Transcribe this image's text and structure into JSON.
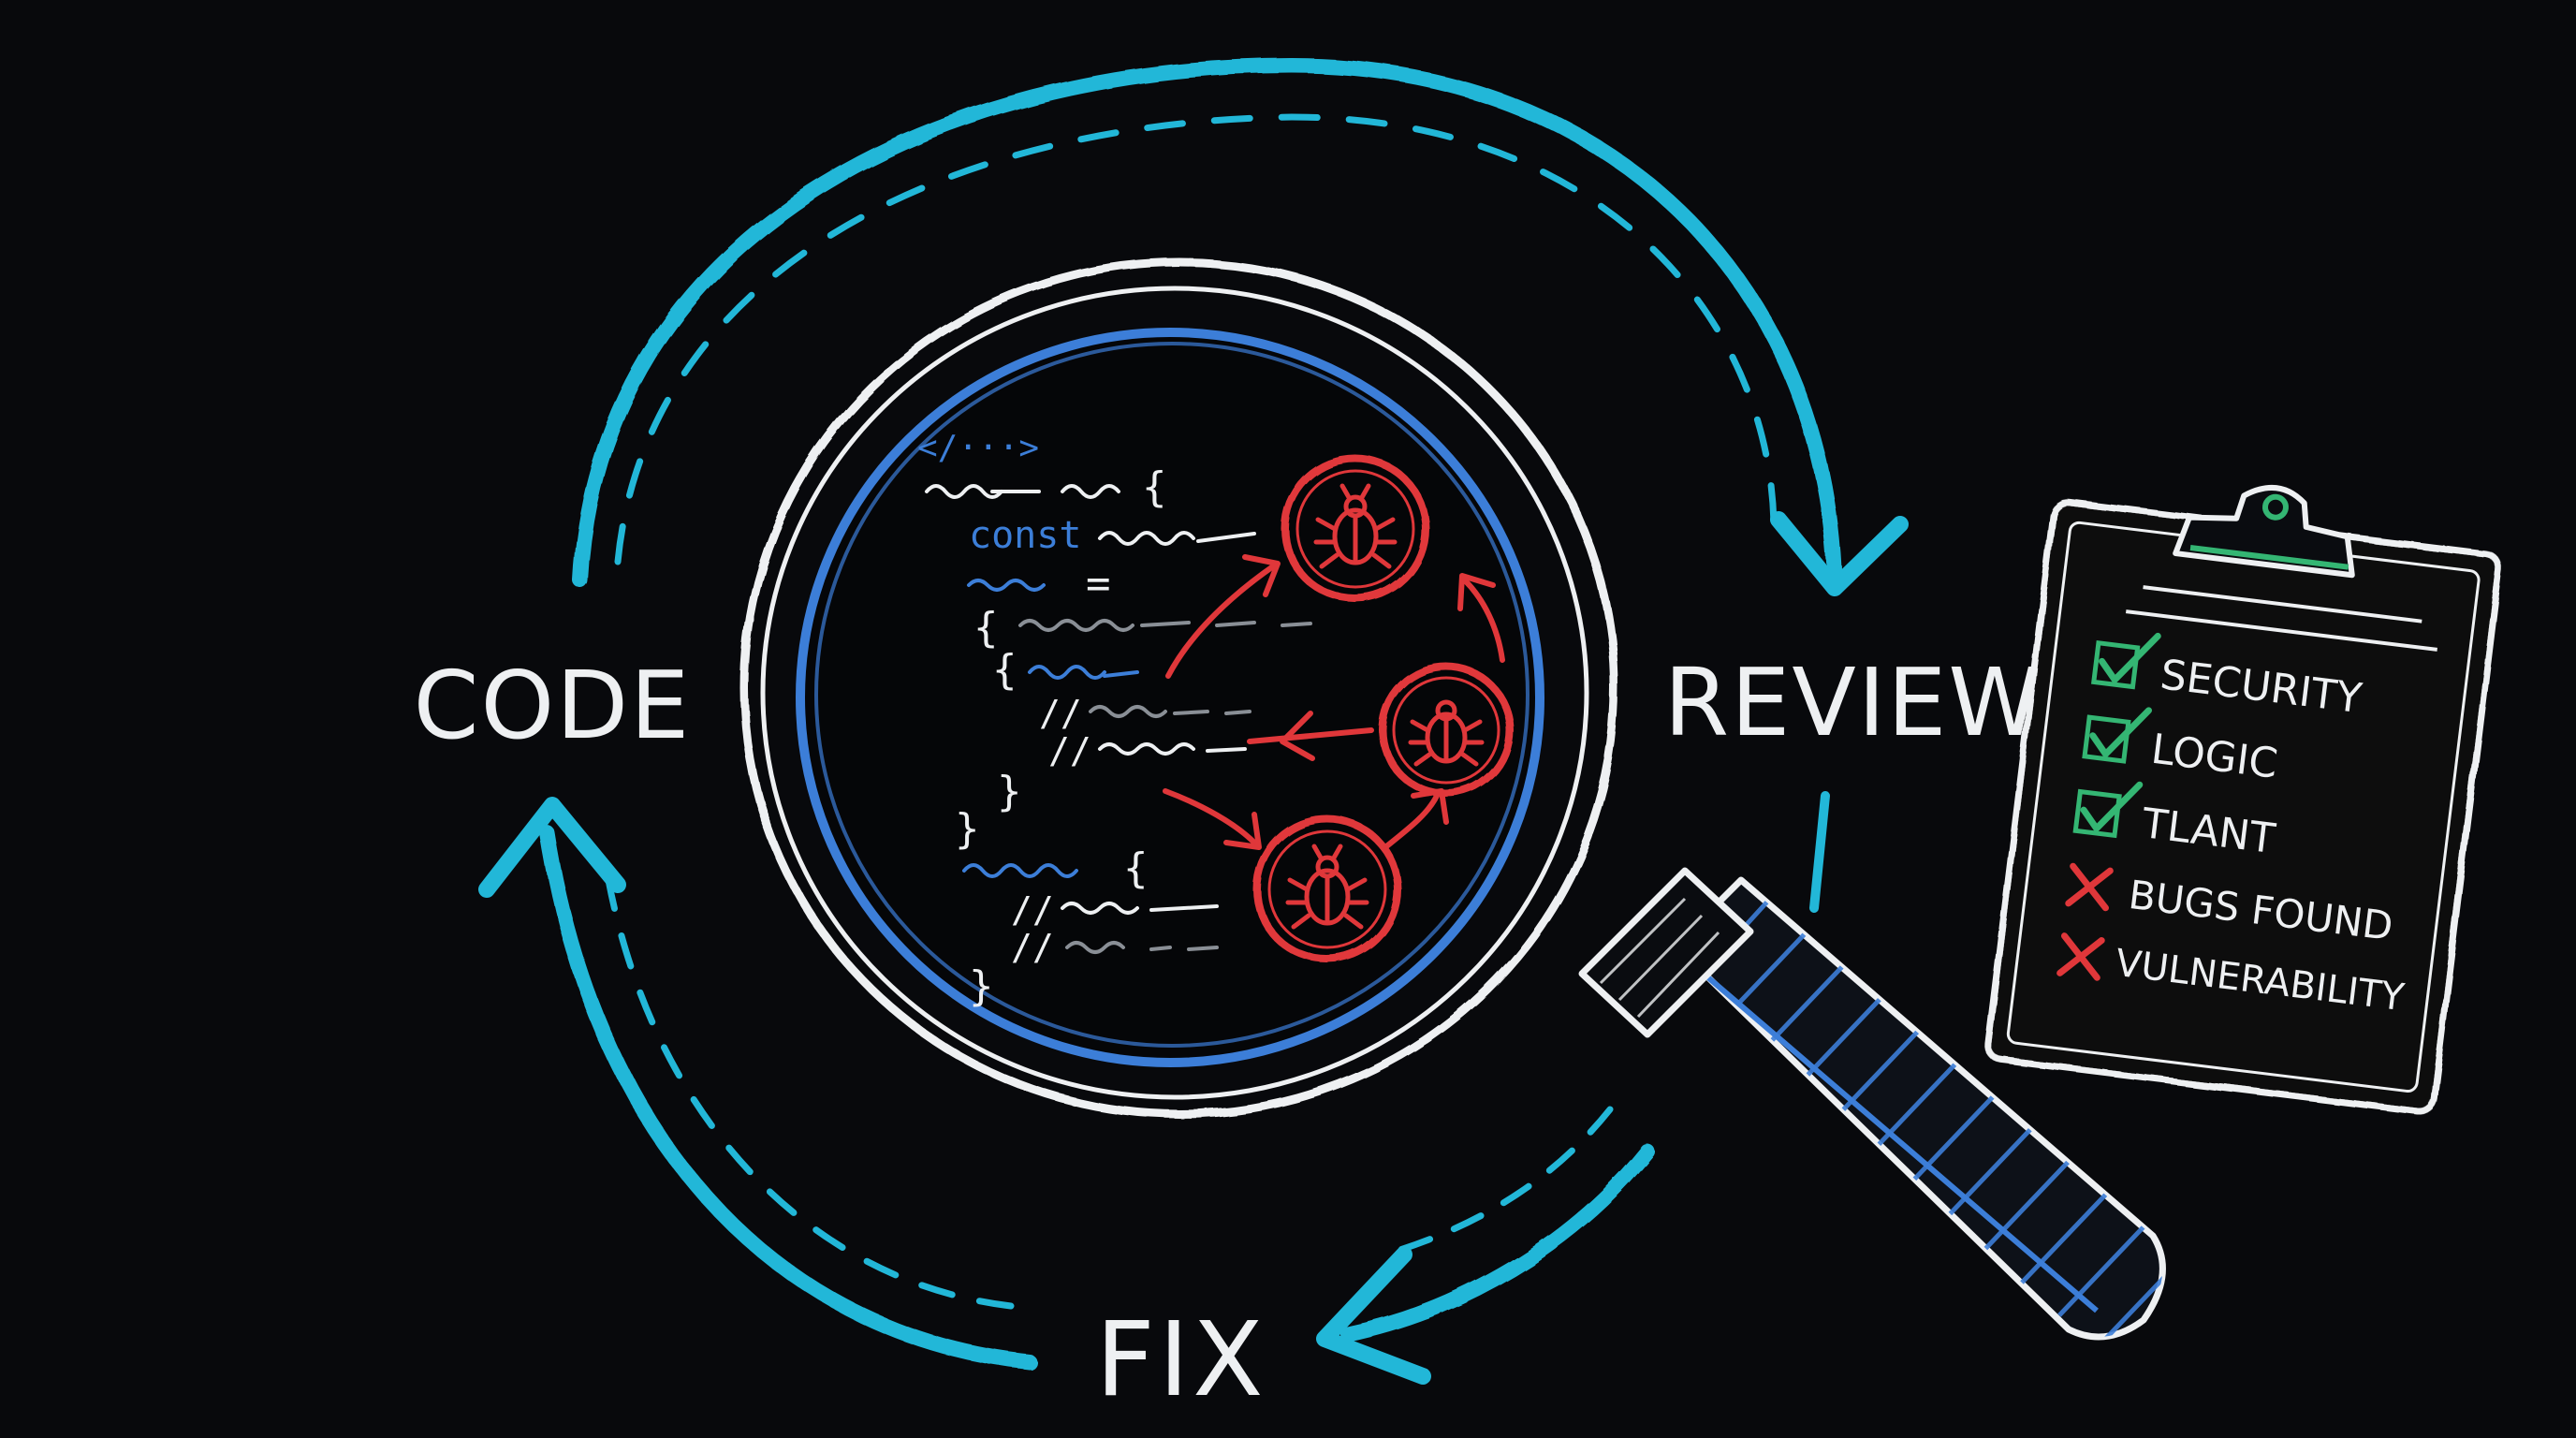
{
  "colors": {
    "background": "#08090c",
    "cycle": "#22b7d8",
    "chalk": "#eef0f2",
    "code_blue": "#3c7ed8",
    "bug_red": "#e0373a",
    "check_green": "#34b673",
    "scribble_gray": "#8a8f96"
  },
  "cycle": {
    "code_label": "CODE",
    "review_label": "REVIEW",
    "fix_label": "FIX"
  },
  "code_snippet": {
    "tag": "</···>",
    "keyword": "const"
  },
  "checklist": {
    "items": [
      {
        "label": "SECURITY",
        "status": "check"
      },
      {
        "label": "LOGIC",
        "status": "check"
      },
      {
        "label": "TLANT",
        "status": "check"
      },
      {
        "label": "BUGS FOUND",
        "status": "cross"
      },
      {
        "label": "VULNERABILITY",
        "status": "cross"
      }
    ]
  },
  "icons": {
    "bug": "bug-icon",
    "magnifier": "magnifying-glass-icon",
    "clipboard": "clipboard-icon",
    "check": "check-icon",
    "cross": "cross-icon"
  }
}
